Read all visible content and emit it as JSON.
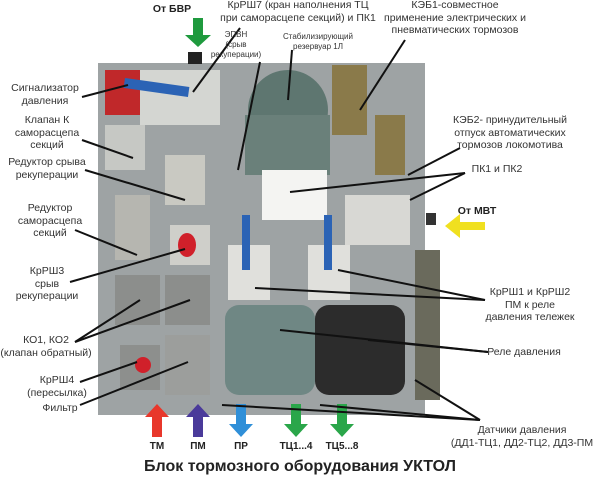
{
  "title": "Блок тормозного оборудования УКТОЛ",
  "labels": {
    "ot_bvr": "От БВР",
    "krsh7": [
      "КрРШ7 (кран наполнения ТЦ",
      "при саморасцепе секций) и ПК1"
    ],
    "keb1": [
      "КЭБ1-совместное",
      "применение электрических и",
      "пневматических тормозов"
    ],
    "epvn": [
      "ЭПВН",
      "(срыв",
      "рекуперации)"
    ],
    "stab": [
      "Стабилизирующий",
      "резервуар 1Л"
    ],
    "signal": [
      "Сигнализатор",
      "давления"
    ],
    "klapan_k": [
      "Клапан К",
      "саморасцепа",
      "секций"
    ],
    "red_sryv": [
      "Редуктор срыва",
      "рекуперации"
    ],
    "keb2": [
      "КЭБ2- принудительный",
      "отпуск автоматических",
      "тормозов локомотива"
    ],
    "pk": "ПК1 и ПК2",
    "red_samo": [
      "Редуктор",
      "саморасцепа",
      "секций"
    ],
    "ot_mvt": "От МВТ",
    "krsh3": [
      "КрРШ3",
      "срыв",
      "рекуперации"
    ],
    "krsh12": [
      "КрРШ1 и КрРШ2",
      "ПМ к реле",
      "давления тележек"
    ],
    "ko": [
      "КО1, КО2",
      "(клапан обратный)"
    ],
    "rele": "Реле давления",
    "krsh4": [
      "КрРШ4",
      "(пересылка)"
    ],
    "filtr": "Фильтр",
    "datchiki": [
      "Датчики давления",
      "(ДД1-ТЦ1, ДД2-ТЦ2, ДД3-ПМ"
    ]
  },
  "ports": [
    {
      "label": "ТМ",
      "color": "#e8372b",
      "dir": "up"
    },
    {
      "label": "ПМ",
      "color": "#4a3a9a",
      "dir": "up"
    },
    {
      "label": "ПР",
      "color": "#2f8fd8",
      "dir": "down"
    },
    {
      "label": "ТЦ1...4",
      "color": "#2aa64a",
      "dir": "down"
    },
    {
      "label": "ТЦ5...8",
      "color": "#2aa64a",
      "dir": "down"
    }
  ],
  "colors": {
    "bvr_arrow": "#1f9a3e",
    "mvt_arrow": "#f0e020"
  }
}
